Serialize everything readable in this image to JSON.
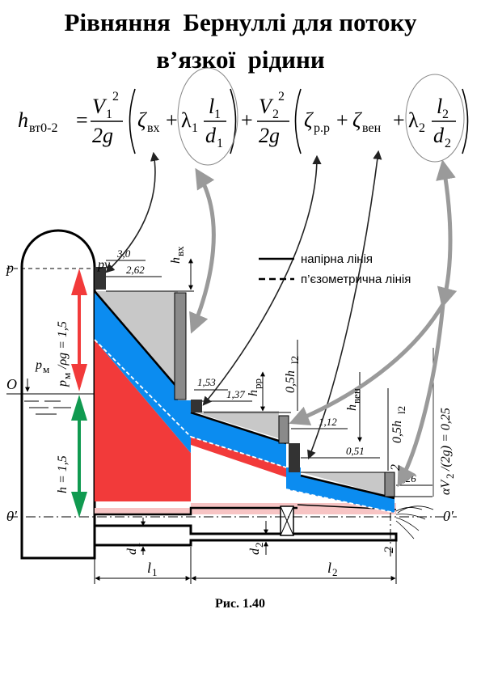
{
  "title": {
    "line1": "Рівняння  Бернуллі для потоку",
    "line2": "в’язкої  рідини"
  },
  "equation": {
    "lhs": "h",
    "lhs_sub": "вт0-2",
    "equals": "=",
    "v1": "V",
    "v1_sub": "1",
    "sq": "2",
    "twog": "2g",
    "zeta_in": "ζ",
    "zeta_in_sub": "вх",
    "plus": "+",
    "lambda1": "λ",
    "lambda1_sub": "1",
    "l1": "l",
    "l1_sub": "1",
    "d1": "d",
    "d1_sub": "1",
    "v2": "V",
    "v2_sub": "2",
    "zeta_rp": "ζ",
    "zeta_rp_sub": "р.р",
    "zeta_ven": "ζ",
    "zeta_ven_sub": "вен",
    "lambda2": "λ",
    "lambda2_sub": "2",
    "l2": "l",
    "l2_sub": "2",
    "d2": "d",
    "d2_sub": "2"
  },
  "legend": {
    "pressure_line": "напірна лінія",
    "piezometric_line": "п’єзометрична лінія"
  },
  "labels": {
    "p": "p",
    "pv": "pv",
    "O": "O",
    "zero_left": "0′",
    "zero_right": "0′",
    "pm": "p",
    "pm_sub": "м",
    "pm_rho": "p",
    "pm_rho_sub": "м",
    "pm_rho_tail": "/ρg = 1,5",
    "h_eq": "h = 1,5",
    "h_in": "h",
    "h_in_sub": "вх",
    "h_rr": "h",
    "h_rr_sub": "рр",
    "h_ven": "h",
    "h_ven_sub": "вен",
    "half_hl2_a": "0,5h",
    "half_hl2_a_sub": "l2",
    "half_hl2_b": "0,5h",
    "half_hl2_b_sub": "l2",
    "two_a": "2",
    "two_b": "2",
    "d1": "d",
    "d1_sub": "1",
    "d2": "d",
    "d2_sub": "2",
    "l1": "l",
    "l1_sub": "1",
    "l2": "l",
    "l2_sub": "2",
    "alpha_v": "αV",
    "alpha_v_sub": "2",
    "alpha_v_tail": "/(2g) = 0,25",
    "v_3_0": "3,0",
    "v_2_62": "2,62",
    "v_1_53": "1,53",
    "v_1_37": "1,37",
    "v_1_12": "1,12",
    "v_0_51": "0,51",
    "v_0_26": "0,26"
  },
  "caption": "Рис. 1.40",
  "colors": {
    "blue_band": "#0b8cf0",
    "red_fill": "#f23a3a",
    "pink_base": "#f7c4c4",
    "grey_fill": "#c8c8c8",
    "grey_arrow": "#9a9a9a",
    "red_arrow": "#f23a3a",
    "green_arrow": "#109a50",
    "dark_block": "#333333"
  }
}
